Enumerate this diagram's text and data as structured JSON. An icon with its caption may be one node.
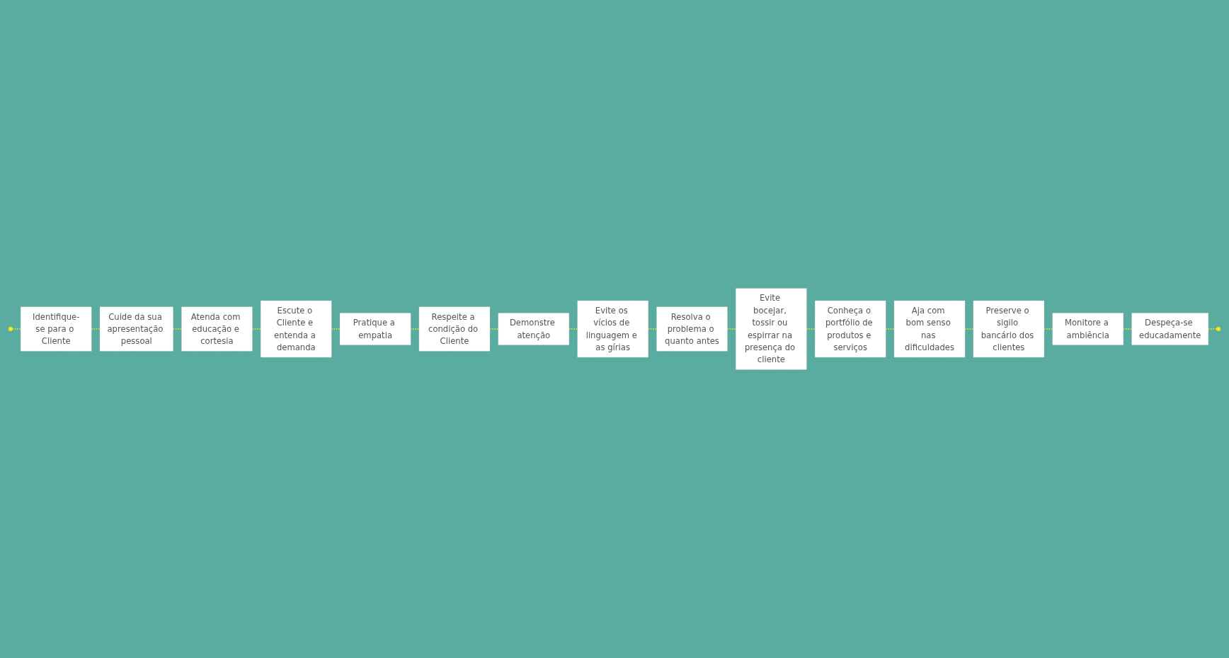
{
  "diagram": {
    "nodes": [
      {
        "text": [],
        "shape": "circle"
      },
      {
        "text": [
          "Identifique-se para o Cliente"
        ]
      },
      {
        "text": [
          "Cuide da sua apresentação pessoal"
        ]
      },
      {
        "text": [
          "Atenda com educação e cortesia"
        ]
      },
      {
        "text": [
          "Respeite a condição do Cliente"
        ]
      },
      {
        "text": [
          "Pratique a empatia"
        ]
      },
      {
        "text": [
          "Escute o Cliente e entenda a demanda"
        ]
      },
      {
        "text": [
          "Demonstre atenção"
        ]
      },
      {
        "text": [
          "Evite os vícios de linguagem e as gírias"
        ]
      },
      {
        "text": [
          "Resolva o problema o quanto antes"
        ]
      },
      {
        "text": [
          "Aja com bom senso nas dificuldades"
        ]
      },
      {
        "text": [
          "Conheça o portfólio de produtos e serviços"
        ]
      },
      {
        "text": [
          "Evite bocejar, tossir ou espirrar na presença do cliente"
        ]
      },
      {
        "text": [
          "Preserve o sigilo bancário dos clientes"
        ]
      },
      {
        "text": [
          "Monitore a ambiência"
        ]
      },
      {
        "text": [
          "Despeça-se educadamente"
        ]
      },
      {
        "text": [],
        "shape": "circle"
      }
    ],
    "edges": [
      {
        "from": 0,
        "to": 1,
        "arrow": "none",
        "style": "dashed"
      },
      {
        "from": 1,
        "to": 2,
        "arrow": "none",
        "style": "dashed"
      },
      {
        "from": 2,
        "to": 3,
        "arrow": "none",
        "style": "dashed"
      },
      {
        "from": 3,
        "to": 6,
        "arrow": "none",
        "style": "dashed"
      },
      {
        "from": 6,
        "to": 5,
        "arrow": "none",
        "style": "dashed"
      },
      {
        "from": 5,
        "to": 4,
        "arrow": "none",
        "style": "dashed"
      },
      {
        "from": 4,
        "to": 7,
        "arrow": "none",
        "style": "dashed"
      },
      {
        "from": 7,
        "to": 8,
        "arrow": "none",
        "style": "dashed"
      },
      {
        "from": 8,
        "to": 9,
        "arrow": "none",
        "style": "dashed"
      },
      {
        "from": 9,
        "to": 12,
        "arrow": "none",
        "style": "dashed"
      },
      {
        "from": 12,
        "to": 11,
        "arrow": "none",
        "style": "dashed"
      },
      {
        "from": 11,
        "to": 10,
        "arrow": "none",
        "style": "dashed"
      },
      {
        "from": 10,
        "to": 13,
        "arrow": "none",
        "style": "dashed"
      },
      {
        "from": 13,
        "to": 14,
        "arrow": "none",
        "style": "dashed"
      },
      {
        "from": 14,
        "to": 15,
        "arrow": "none",
        "style": "dashed"
      },
      {
        "from": 15,
        "to": 16,
        "arrow": "none",
        "style": "dashed"
      }
    ]
  }
}
